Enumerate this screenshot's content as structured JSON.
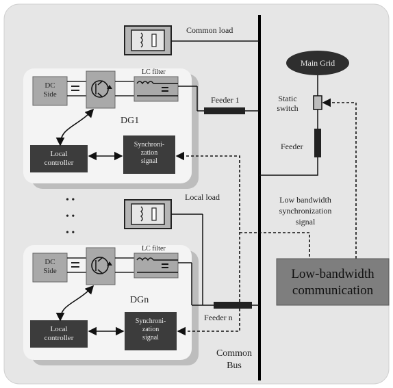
{
  "labels": {
    "common_load": "Common load",
    "main_grid": "Main Grid",
    "dc_side_1": "DC\nSide",
    "dc_side_n": "DC\nSide",
    "lc_filter_1": "LC filter",
    "lc_filter_n": "LC filter",
    "feeder_1": "Feeder 1",
    "feeder_n": "Feeder n",
    "feeder": "Feeder",
    "static_switch": "Static\nswitch",
    "dg1": "DG1",
    "dgn": "DGn",
    "local_controller_1": "Local\ncontroller",
    "local_controller_n": "Local\ncontroller",
    "sync_signal_1": "Synchroni-\nzation\nsignal",
    "sync_signal_n": "Synchroni-\nzation\nsignal",
    "local_load": "Local load",
    "low_bw_sync": "Low bandwidth\nsynchronization\nsignal",
    "low_bw_comm": "Low-bandwidth\ncommunication",
    "common_bus": "Common\nBus",
    "ellipsis": "• •"
  },
  "colors": {
    "panel": "#e6e6e6",
    "dg_panel": "#f4f4f4",
    "dg_shadow": "#bdbdbd",
    "dark_box": "#3c3c3c",
    "mid_box": "#a9a9a9",
    "bus": "#000000"
  }
}
